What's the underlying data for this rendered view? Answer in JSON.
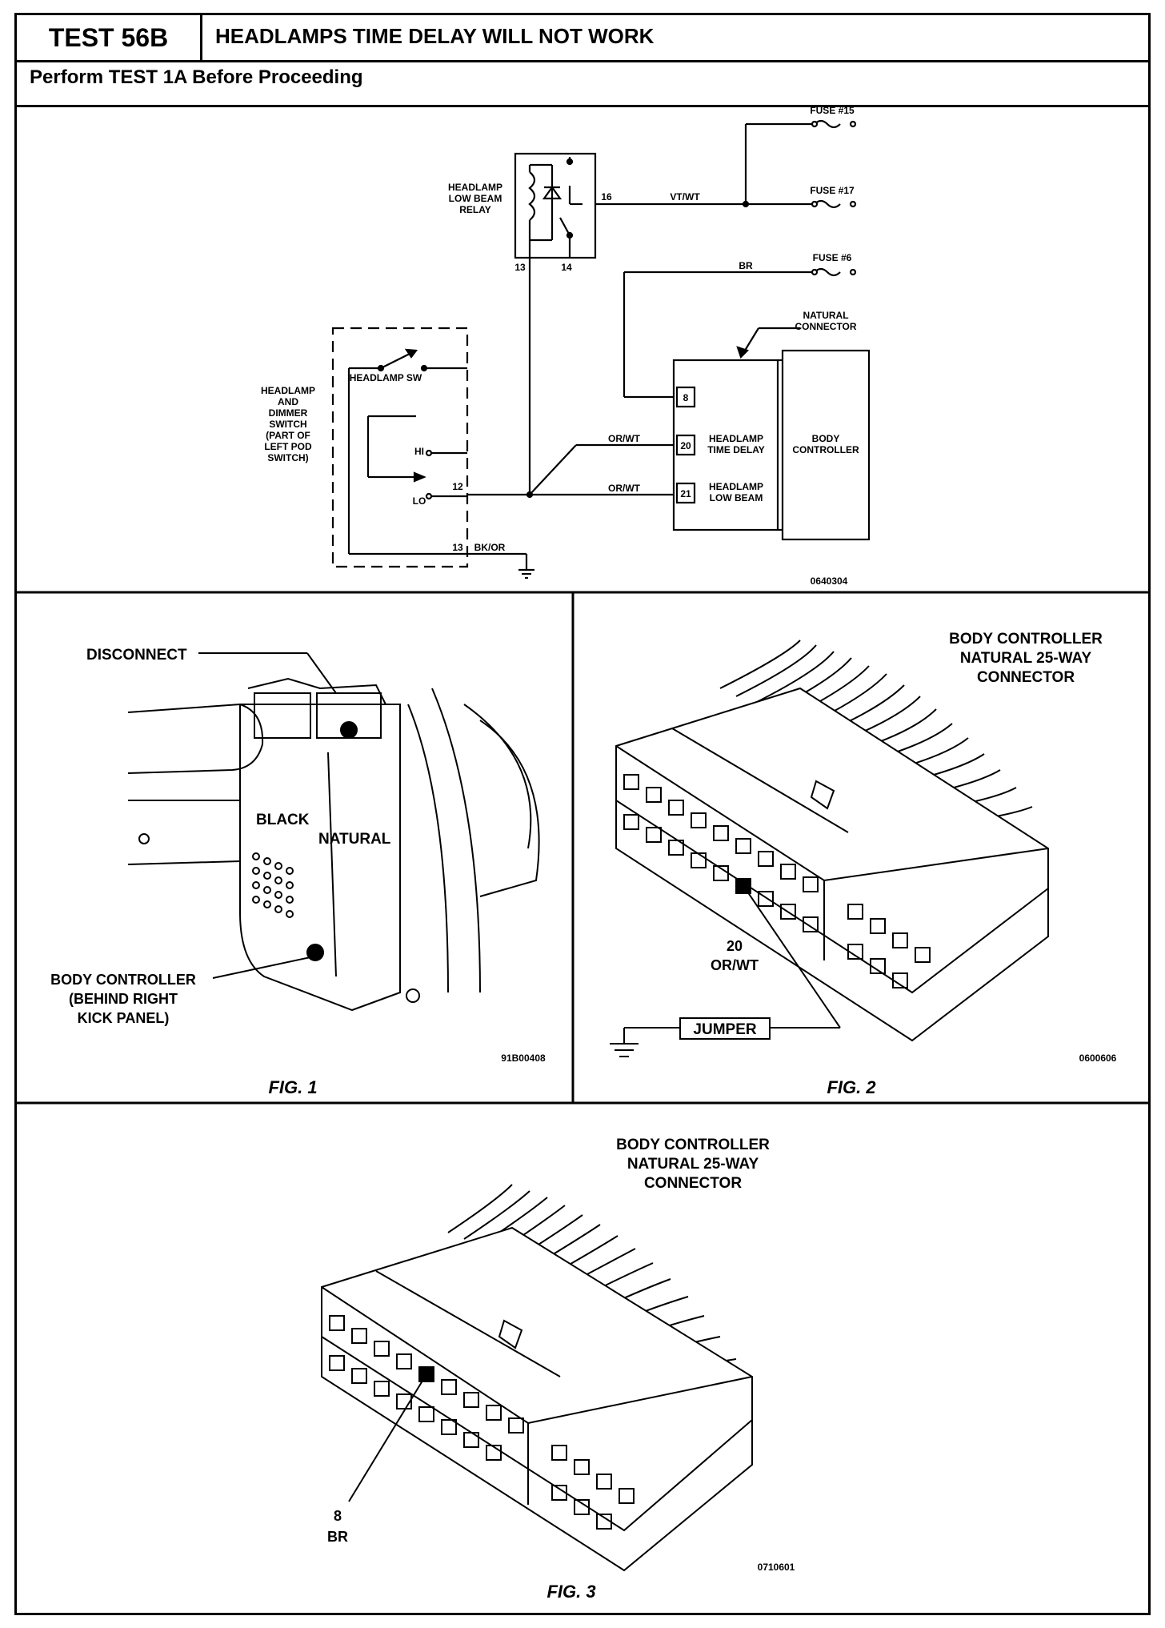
{
  "header": {
    "test_id": "TEST 56B",
    "title": "HEADLAMPS TIME DELAY WILL NOT WORK",
    "subtitle": "Perform TEST 1A Before Proceeding"
  },
  "schematic": {
    "fuse_15": "FUSE #15",
    "fuse_17": "FUSE #17",
    "fuse_6": "FUSE #6",
    "relay_label": [
      "HEADLAMP",
      "LOW BEAM",
      "RELAY"
    ],
    "pin_13": "13",
    "pin_14": "14",
    "pin_16": "16",
    "wire_vt_wt": "VT/WT",
    "wire_br": "BR",
    "natural_connector": [
      "NATURAL",
      "CONNECTOR"
    ],
    "switch_label": [
      "HEADLAMP",
      "AND",
      "DIMMER",
      "SWITCH",
      "(PART OF",
      "LEFT POD",
      "SWITCH)"
    ],
    "headlamp_sw": "HEADLAMP SW",
    "hi": "HI",
    "lo": "LO",
    "pin_12": "12",
    "pin_13b": "13",
    "wire_bk_or": "BK/OR",
    "wire_or_wt_1": "OR/WT",
    "wire_or_wt_2": "OR/WT",
    "term_8": "8",
    "term_20": "20",
    "term_21": "21",
    "time_delay": [
      "HEADLAMP",
      "TIME DELAY"
    ],
    "low_beam": [
      "HEADLAMP",
      "LOW BEAM"
    ],
    "body_controller": [
      "BODY",
      "CONTROLLER"
    ],
    "ref": "0640304"
  },
  "fig1": {
    "disconnect": "DISCONNECT",
    "black": "BLACK",
    "natural": "NATURAL",
    "body_controller": [
      "BODY CONTROLLER",
      "(BEHIND RIGHT",
      "KICK PANEL)"
    ],
    "ref": "91B00408",
    "caption": "FIG. 1"
  },
  "fig2": {
    "title": [
      "BODY CONTROLLER",
      "NATURAL 25-WAY",
      "CONNECTOR"
    ],
    "pin": "20",
    "wire": "OR/WT",
    "jumper": "JUMPER",
    "ref": "0600606",
    "caption": "FIG. 2"
  },
  "fig3": {
    "title": [
      "BODY CONTROLLER",
      "NATURAL 25-WAY",
      "CONNECTOR"
    ],
    "pin": "8",
    "wire": "BR",
    "ref": "0710601",
    "caption": "FIG. 3"
  }
}
